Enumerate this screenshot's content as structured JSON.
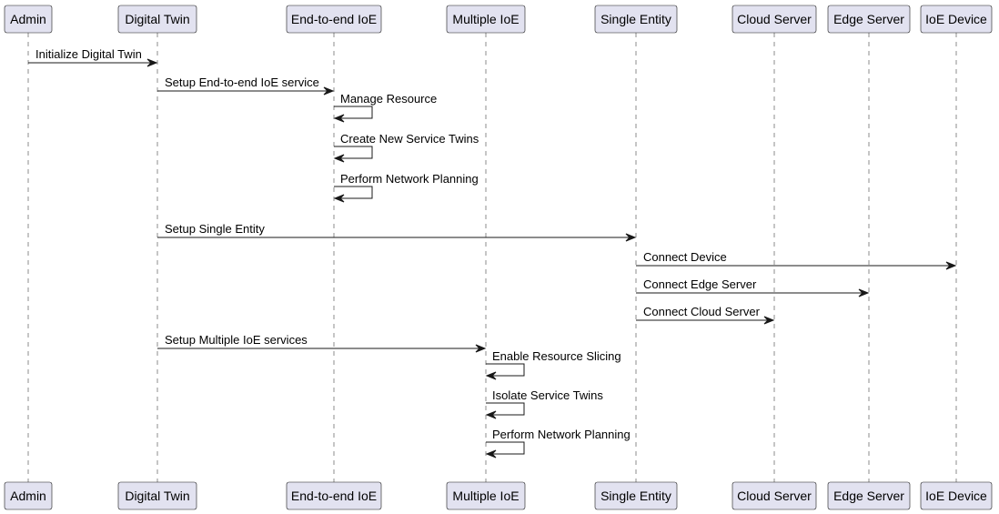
{
  "participants": [
    {
      "id": "admin",
      "label": "Admin"
    },
    {
      "id": "digital_twin",
      "label": "Digital Twin"
    },
    {
      "id": "e2e_ioe",
      "label": "End-to-end IoE"
    },
    {
      "id": "multiple_ioe",
      "label": "Multiple IoE"
    },
    {
      "id": "single_entity",
      "label": "Single Entity"
    },
    {
      "id": "cloud_server",
      "label": "Cloud Server"
    },
    {
      "id": "edge_server",
      "label": "Edge Server"
    },
    {
      "id": "ioe_device",
      "label": "IoE Device"
    }
  ],
  "messages": [
    {
      "from": "admin",
      "to": "digital_twin",
      "label": "Initialize Digital Twin"
    },
    {
      "from": "digital_twin",
      "to": "e2e_ioe",
      "label": "Setup End-to-end IoE service"
    },
    {
      "from": "e2e_ioe",
      "to": "e2e_ioe",
      "label": "Manage Resource"
    },
    {
      "from": "e2e_ioe",
      "to": "e2e_ioe",
      "label": "Create New Service Twins"
    },
    {
      "from": "e2e_ioe",
      "to": "e2e_ioe",
      "label": "Perform Network Planning"
    },
    {
      "from": "digital_twin",
      "to": "single_entity",
      "label": "Setup Single Entity"
    },
    {
      "from": "single_entity",
      "to": "ioe_device",
      "label": "Connect Device"
    },
    {
      "from": "single_entity",
      "to": "edge_server",
      "label": "Connect Edge Server"
    },
    {
      "from": "single_entity",
      "to": "cloud_server",
      "label": "Connect Cloud Server"
    },
    {
      "from": "digital_twin",
      "to": "multiple_ioe",
      "label": "Setup Multiple IoE services"
    },
    {
      "from": "multiple_ioe",
      "to": "multiple_ioe",
      "label": "Enable Resource Slicing"
    },
    {
      "from": "multiple_ioe",
      "to": "multiple_ioe",
      "label": "Isolate Service Twins"
    },
    {
      "from": "multiple_ioe",
      "to": "multiple_ioe",
      "label": "Perform Network Planning"
    }
  ]
}
